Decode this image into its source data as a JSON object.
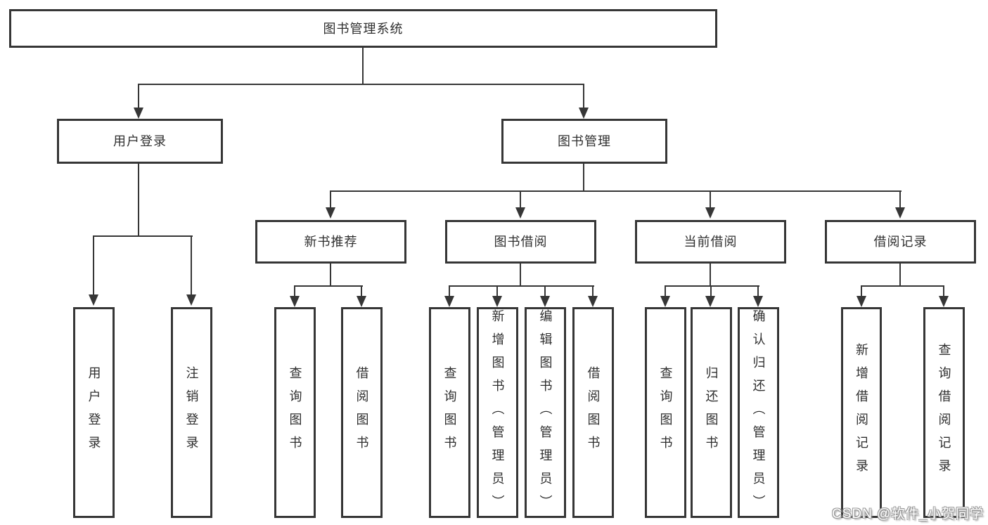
{
  "nodes": {
    "root": {
      "label": "图书管理系统"
    },
    "user_login": {
      "label": "用户登录"
    },
    "book_management": {
      "label": "图书管理"
    },
    "new_book_recommendation": {
      "label": "新书推荐"
    },
    "book_borrowing": {
      "label": "图书借阅"
    },
    "current_borrowing": {
      "label": "当前借阅"
    },
    "borrowing_records": {
      "label": "借阅记录"
    },
    "user_login_leaf": {
      "label": "用户登录"
    },
    "logout_leaf": {
      "label": "注销登录"
    },
    "recommend_query_books": {
      "label": "查询图书"
    },
    "recommend_borrow_books": {
      "label": "借阅图书"
    },
    "borrowing_query_books": {
      "label": "查询图书"
    },
    "borrowing_add_books": {
      "label": "新增图书（管理员）"
    },
    "borrowing_edit_books": {
      "label": "编辑图书（管理员）"
    },
    "borrowing_borrow_books": {
      "label": "借阅图书"
    },
    "current_query_books": {
      "label": "查询图书"
    },
    "current_return_books": {
      "label": "归还图书"
    },
    "current_confirm_return": {
      "label": "确认归还（管理员）"
    },
    "records_add_record": {
      "label": "新增借阅记录"
    },
    "records_query_record": {
      "label": "查询借阅记录"
    }
  },
  "hierarchy": {
    "root": [
      "user_login",
      "book_management"
    ],
    "user_login": [
      "user_login_leaf",
      "logout_leaf"
    ],
    "book_management": [
      "new_book_recommendation",
      "book_borrowing",
      "current_borrowing",
      "borrowing_records"
    ],
    "new_book_recommendation": [
      "recommend_query_books",
      "recommend_borrow_books"
    ],
    "book_borrowing": [
      "borrowing_query_books",
      "borrowing_add_books",
      "borrowing_edit_books",
      "borrowing_borrow_books"
    ],
    "current_borrowing": [
      "current_query_books",
      "current_return_books",
      "current_confirm_return"
    ],
    "borrowing_records": [
      "records_add_record",
      "records_query_record"
    ]
  },
  "watermark": {
    "text": "CSDN @软件_小贺同学"
  },
  "colors": {
    "line": "#363636",
    "box_border": "#363636",
    "text": "#2f2f2f",
    "background": "#ffffff"
  }
}
